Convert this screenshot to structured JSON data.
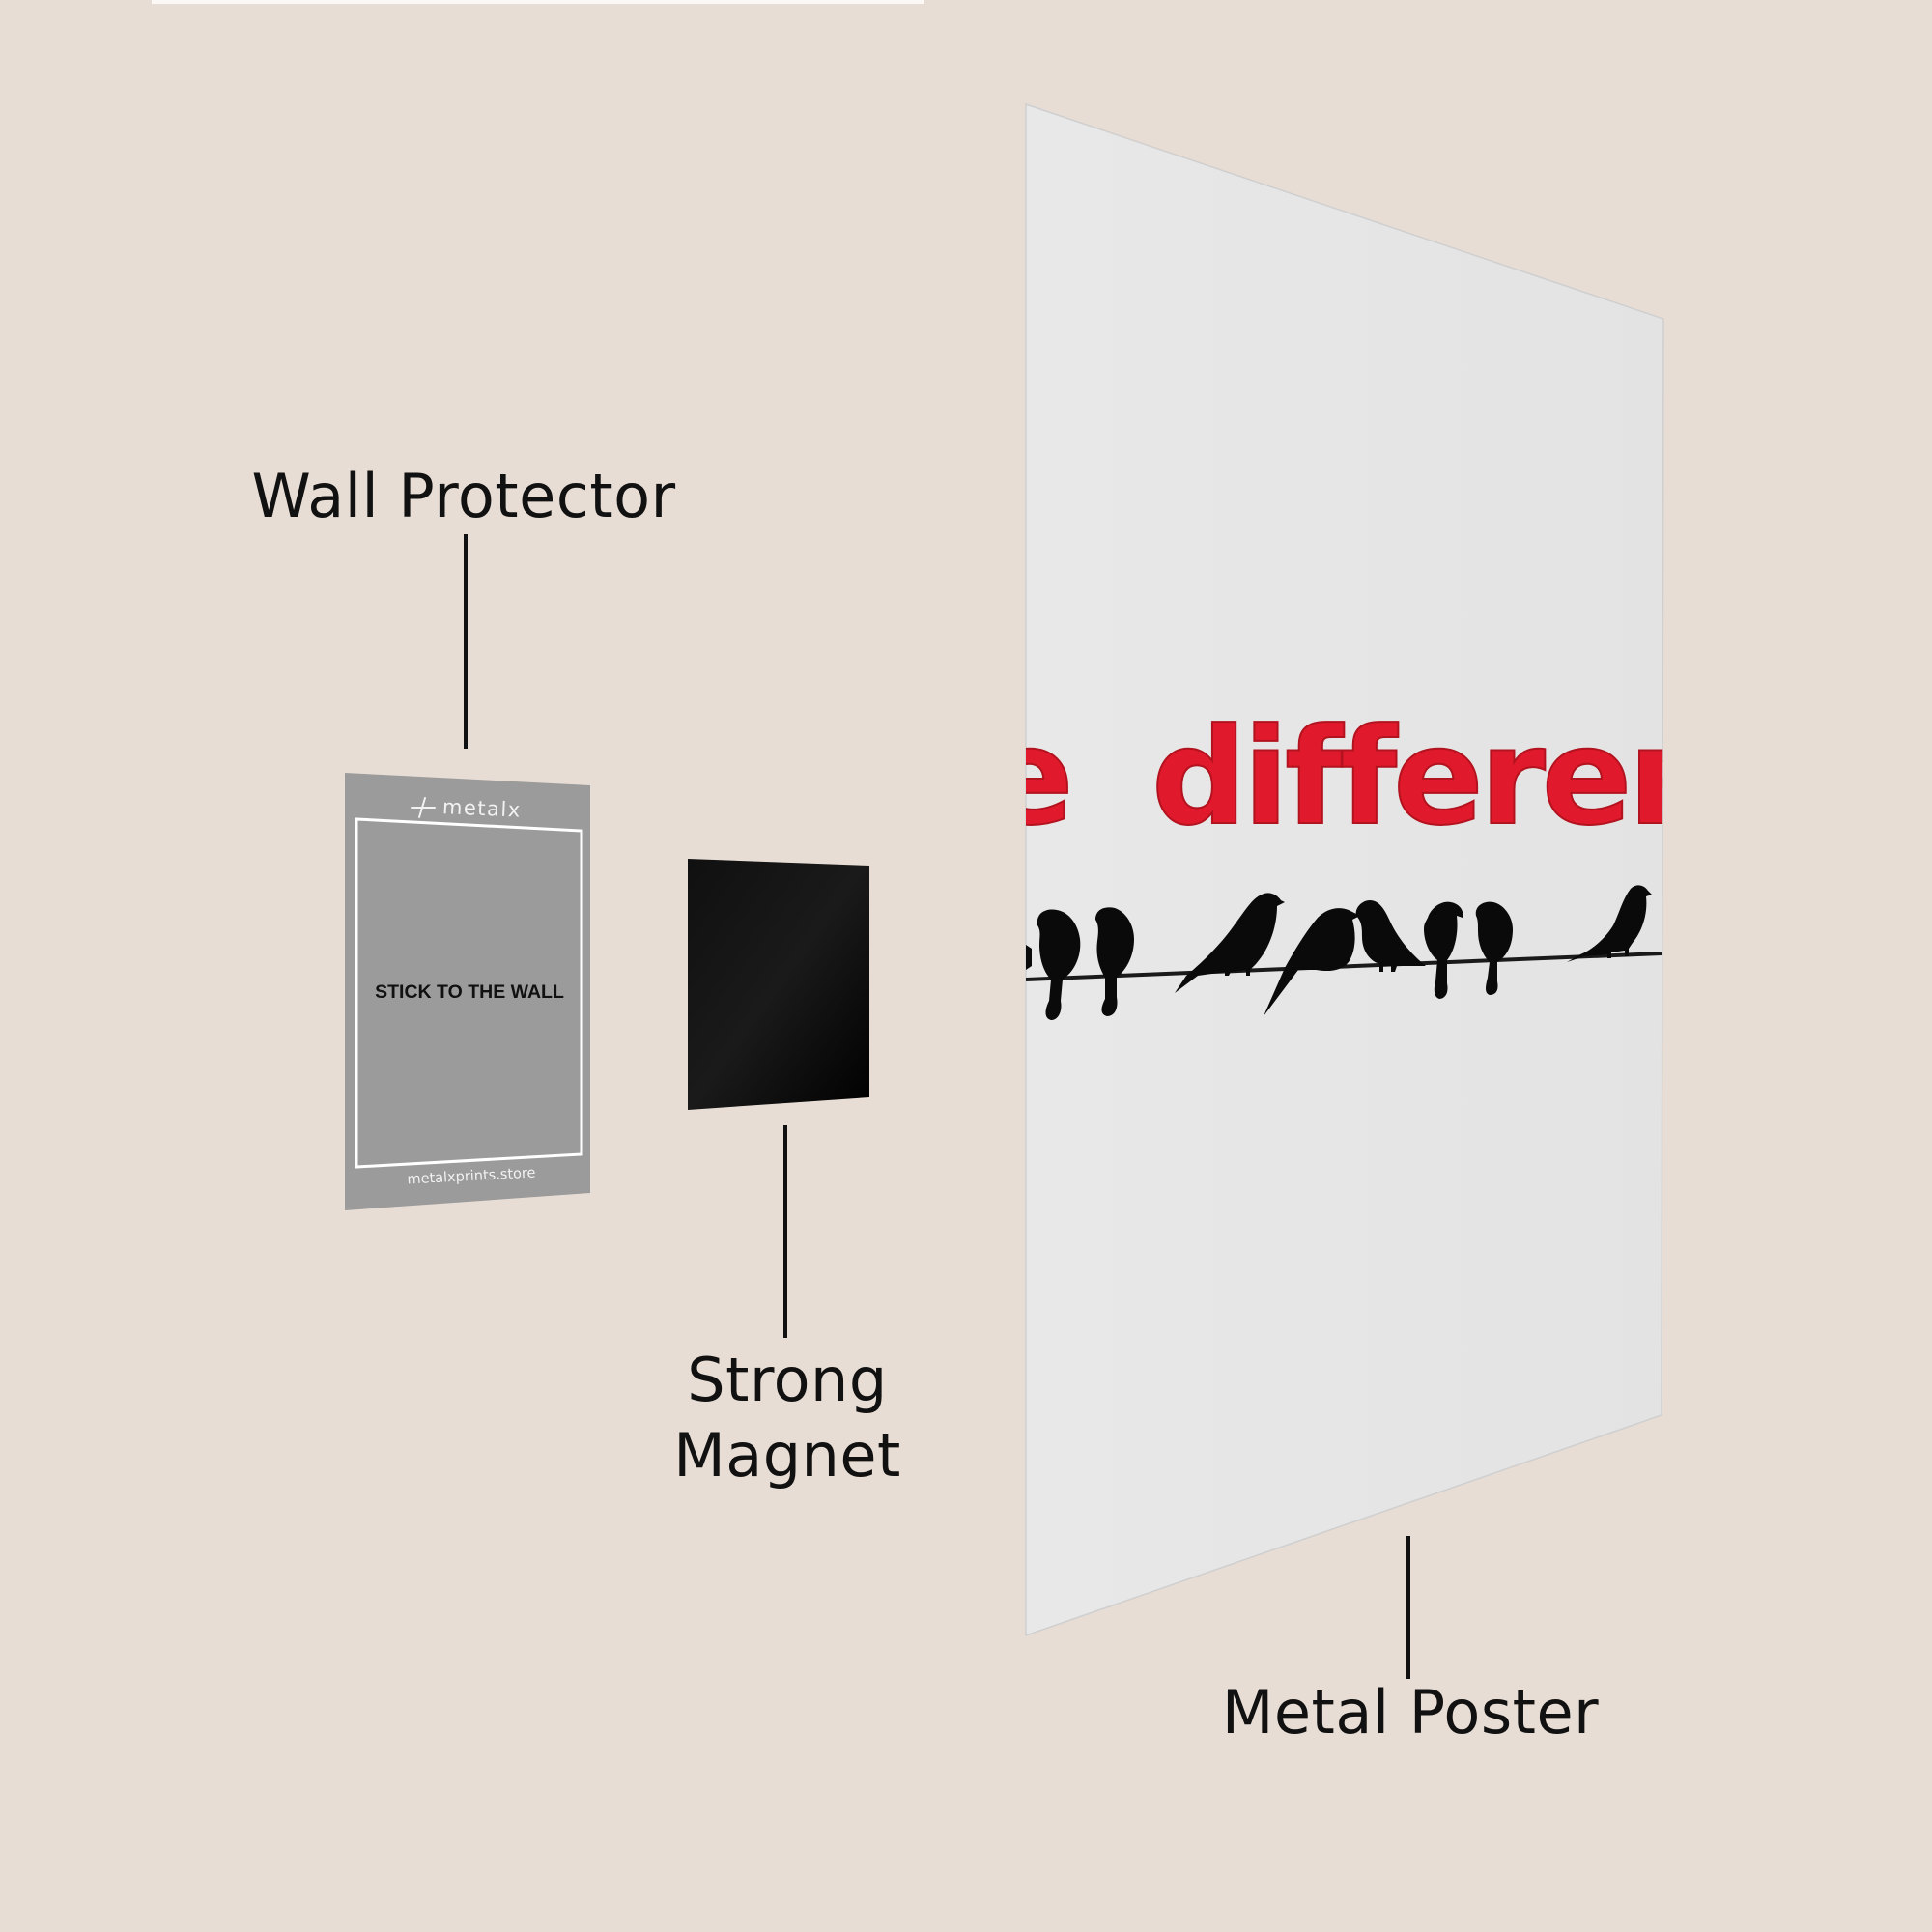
{
  "labels": {
    "wall_protector": "Wall Protector",
    "strong_magnet_line1": "Strong",
    "strong_magnet_line2": "Magnet",
    "metal_poster": "Metal Poster"
  },
  "wall_protector_card": {
    "brand": "metalx",
    "brand_icon": "metalx-logo-icon",
    "instruction": "STICK TO THE WALL",
    "website": "metalxprints.store"
  },
  "poster_artwork": {
    "visible_text_partial": "differen",
    "leading_fragment": "e",
    "subject": "birds on a wire",
    "bird_count": 9
  },
  "colors": {
    "background": "#e8ddd5",
    "wall_protector": "#9b9b9b",
    "wall_protector_border": "#ffffff",
    "magnet": "#050505",
    "poster_surface": "#e6e6e6",
    "poster_text_red": "#e01a2c",
    "label_text": "#111111"
  }
}
